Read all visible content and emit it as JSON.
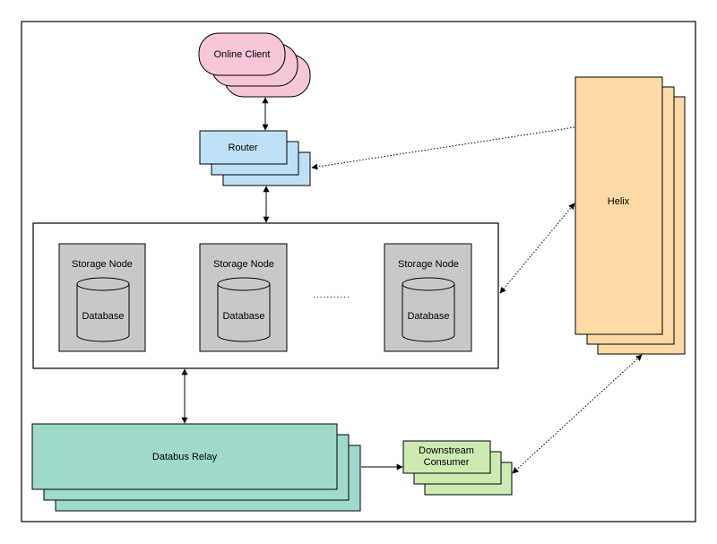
{
  "diagram": {
    "online_client": {
      "label": "Online Client",
      "color": "#f7c6d9"
    },
    "router": {
      "label": "Router",
      "color": "#bfe1f6"
    },
    "helix": {
      "label": "Helix",
      "color": "#ffd9a6"
    },
    "storage_nodes": [
      {
        "title": "Storage Node",
        "db_label": "Database"
      },
      {
        "title": "Storage Node",
        "db_label": "Database"
      },
      {
        "title": "Storage Node",
        "db_label": "Database"
      }
    ],
    "storage_node_color": "#c8c8c8",
    "databus_relay": {
      "label": "Databus Relay",
      "color": "#9ed9cb"
    },
    "downstream_consumer": {
      "line1": "Downstream",
      "line2": "Consumer",
      "color": "#cdeab1"
    },
    "ellipsis": "..........."
  }
}
